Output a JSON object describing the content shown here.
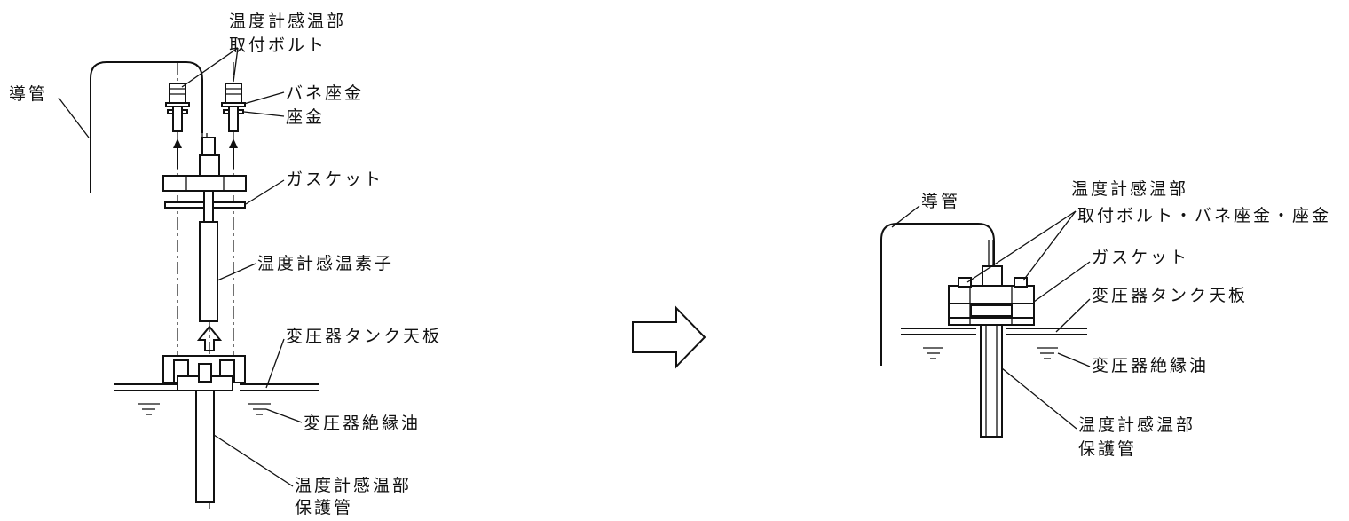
{
  "left": {
    "labels": {
      "conduit": "導管",
      "bolt_line1": "温度計感温部",
      "bolt_line2": "取付ボルト",
      "spring_washer": "バネ座金",
      "washer": "座金",
      "gasket": "ガスケット",
      "element": "温度計感温素子",
      "top_plate": "変圧器タンク天板",
      "oil": "変圧器絶縁油",
      "tube_line1": "温度計感温部",
      "tube_line2": "保護管"
    }
  },
  "right": {
    "labels": {
      "conduit": "導管",
      "bolt_line1": "温度計感温部",
      "bolt_line2": "取付ボルト・バネ座金・座金",
      "gasket": "ガスケット",
      "top_plate": "変圧器タンク天板",
      "oil": "変圧器絶縁油",
      "tube_line1": "温度計感温部",
      "tube_line2": "保護管"
    }
  }
}
